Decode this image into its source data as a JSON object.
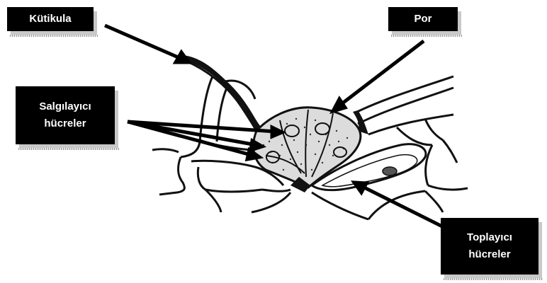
{
  "labels": {
    "kutikula": "Kütikula",
    "por": "Por",
    "salgilayici_line1": "Salgılayıcı",
    "salgilayici_line2": "hücreler",
    "toplayici_line1": "Toplayıcı",
    "toplayici_line2": "hücreler"
  }
}
